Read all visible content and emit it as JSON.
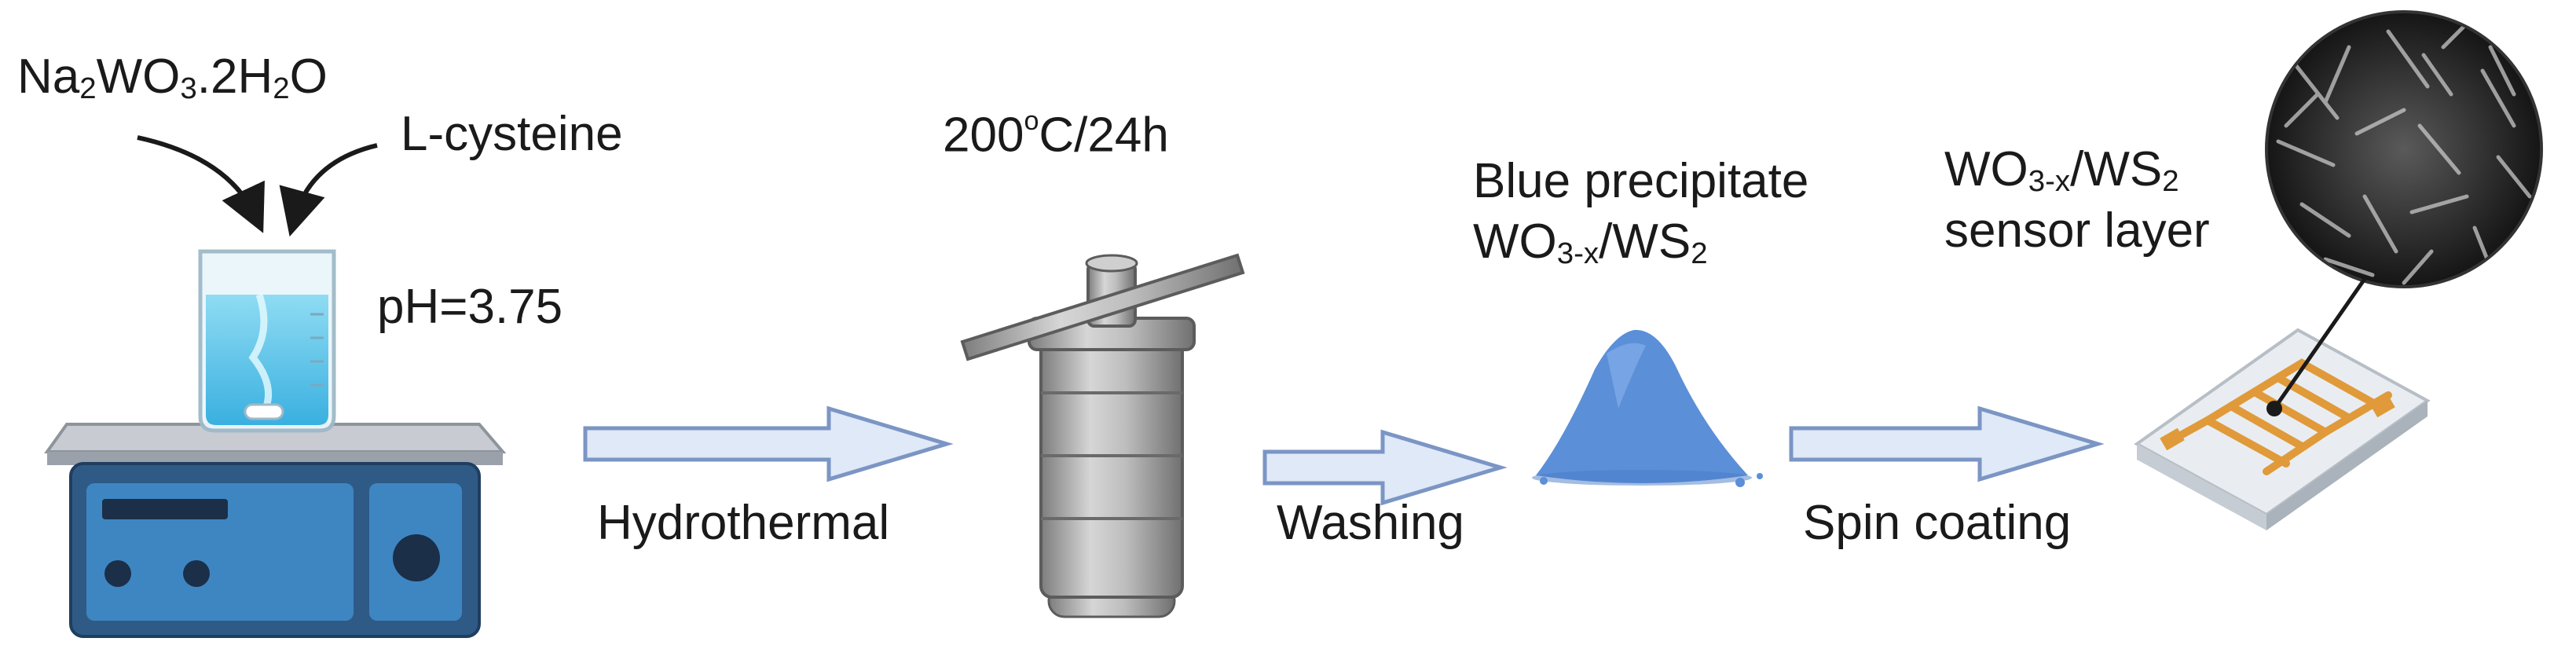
{
  "reagents": {
    "sodium_tungstate": {
      "a": "Na",
      "a_sub": "2",
      "b": "WO",
      "b_sub": "3",
      "c": ".2H",
      "c_sub": "2",
      "d": "O"
    },
    "cysteine": "L-cysteine",
    "ph": "pH=3.75"
  },
  "conditions": {
    "temp_num": "200",
    "temp_deg": "o",
    "temp_rest": "C/24h"
  },
  "product": {
    "line1": "Blue precipitate",
    "f_a": "WO",
    "f_a_sub": "3-x",
    "f_b": "/WS",
    "f_b_sub": "2"
  },
  "sensor": {
    "f_a": "WO",
    "f_a_sub": "3-x",
    "f_b": "/WS",
    "f_b_sub": "2",
    "line2": "sensor layer"
  },
  "steps": {
    "hydrothermal": "Hydrothermal",
    "washing": "Washing",
    "spin_coating": "Spin coating"
  },
  "colors": {
    "arrow_fill": "#dfe9f7",
    "arrow_stroke": "#7b95c4",
    "hotplate_body": "#2f5a86",
    "hotplate_panel": "#3e86c2",
    "solution": "#5fc6ea",
    "powder": "#5b8fd8",
    "electrode": "#e09a3a",
    "autoclave": "#a9a9a9"
  }
}
